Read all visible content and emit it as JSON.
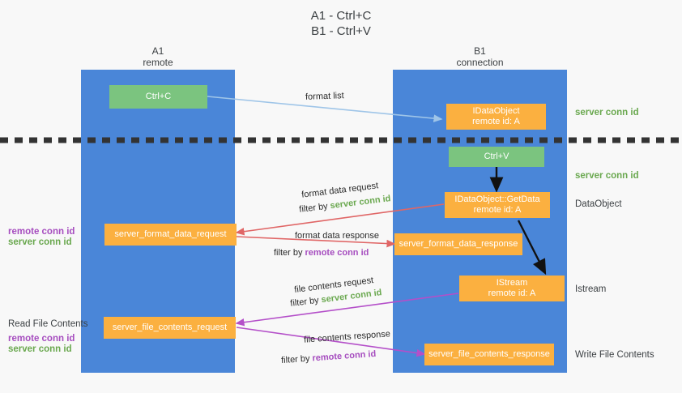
{
  "title": {
    "line1": "A1 - Ctrl+C",
    "line2": "B1 - Ctrl+V"
  },
  "lanes": [
    {
      "id": "a1",
      "name": "A1",
      "role": "remote",
      "color": "#4a86d8"
    },
    {
      "id": "b1",
      "name": "B1",
      "role": "connection",
      "color": "#4a86d8"
    }
  ],
  "boxes": {
    "ctrl_c": {
      "label": "Ctrl+C",
      "color": "#7bc47f"
    },
    "ctrl_v": {
      "label": "Ctrl+V",
      "color": "#7bc47f"
    },
    "idataobject": {
      "line1": "IDataObject",
      "line2": "remote id: A",
      "color": "#fbb040"
    },
    "getdata": {
      "line1": "IDataObject::GetData",
      "line2": "remote id: A",
      "color": "#fbb040"
    },
    "istream": {
      "line1": "IStream",
      "line2": "remote id: A",
      "color": "#fbb040"
    },
    "fmt_data_request": {
      "label": "server_format_data_request",
      "color": "#fbb040"
    },
    "fmt_data_response": {
      "label": "server_format_data_response",
      "color": "#fbb040"
    },
    "file_contents_request": {
      "label": "server_file_contents_request",
      "color": "#fbb040"
    },
    "file_contents_response": {
      "label": "server_file_contents_response",
      "color": "#fbb040"
    }
  },
  "right_labels": {
    "server_conn_id_1": "server conn id",
    "server_conn_id_2": "server conn id",
    "dataobject": "DataObject",
    "istream": "Istream",
    "write_file_contents": "Write File Contents"
  },
  "left_labels": {
    "remote_conn_id_1": "remote conn id",
    "server_conn_id_1": "server conn id",
    "read_file_contents": "Read File Contents",
    "remote_conn_id_2": "remote conn id",
    "server_conn_id_2": "server conn id"
  },
  "edges": {
    "format_list": {
      "label": "format list",
      "color": "#9fc5e8"
    },
    "format_data_request": {
      "line1": "format data request",
      "prefix": "filter by ",
      "key": "server conn id",
      "color": "#e06666",
      "key_color": "#6aa84f"
    },
    "format_data_response": {
      "line1": "format data response",
      "prefix": "filter by ",
      "key": "remote conn id",
      "color": "#e06666",
      "key_color": "#a64dbf"
    },
    "file_contents_request": {
      "line1": "file contents request",
      "prefix": "filter by ",
      "key": "server conn id",
      "color": "#b44fc9",
      "key_color": "#6aa84f"
    },
    "file_contents_response": {
      "line1": "file contents response",
      "prefix": "filter by ",
      "key": "remote conn id",
      "color": "#b44fc9",
      "key_color": "#a64dbf"
    }
  },
  "colors": {
    "background": "#f8f8f8",
    "lane": "#4a86d8",
    "green_box": "#7bc47f",
    "orange_box": "#fbb040",
    "divider": "#333333",
    "green_text": "#6aa84f",
    "purple_text": "#a64dbf"
  }
}
